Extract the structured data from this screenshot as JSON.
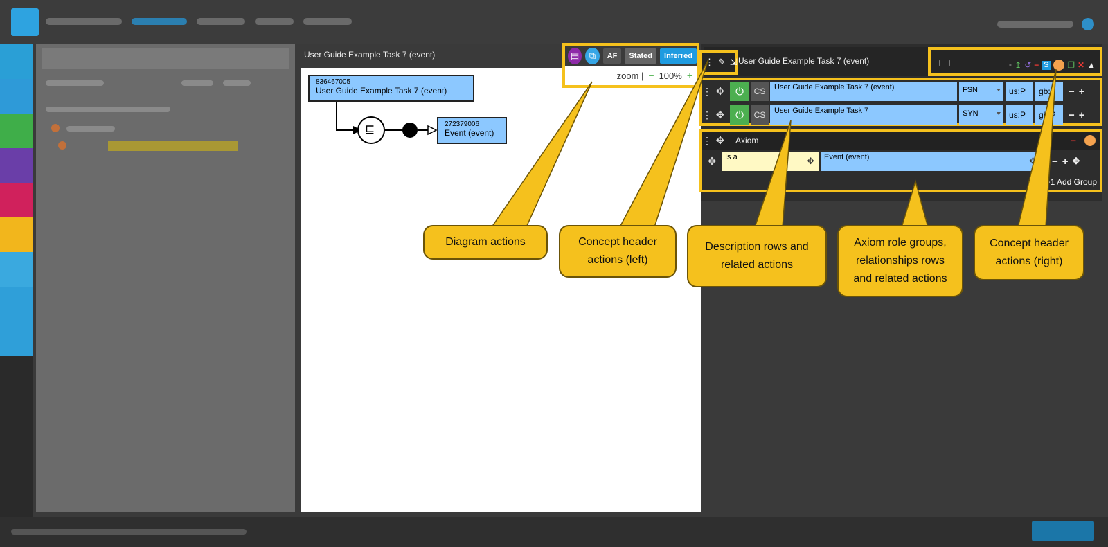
{
  "diagram": {
    "title": "User Guide Example Task 7 (event)",
    "node_main": {
      "id": "836467005",
      "label": "User Guide Example Task 7 (event)"
    },
    "node_target": {
      "id": "272379006",
      "label": "Event (event)"
    },
    "operator_symbol": "⊑",
    "actions": {
      "af_label": "AF",
      "stated_label": "Stated",
      "inferred_label": "Inferred",
      "zoom_label": "zoom |",
      "zoom_minus": "−",
      "zoom_value": "100%",
      "zoom_plus": "+",
      "icon_list": "list-icon",
      "icon_open": "open-external-icon"
    }
  },
  "concept": {
    "title": "User Guide Example Task 7 (event)",
    "header_left_icons": [
      "drag-handle-icon",
      "magic-wand-icon",
      "export-icon"
    ],
    "header_right_icons": [
      "keyboard-icon",
      "save-icon",
      "promote-icon",
      "history-icon",
      "minimize-icon",
      "s-icon",
      "status-dot-icon",
      "copy-icon",
      "close-icon",
      "collapse-icon"
    ],
    "s_label": "S",
    "descriptions": [
      {
        "cs": "CS",
        "term": "User Guide Example Task 7 (event)",
        "type": "FSN",
        "lang1": "us:P",
        "lang2": "gb:P"
      },
      {
        "cs": "CS",
        "term": "User Guide Example Task 7",
        "type": "SYN",
        "lang1": "us:P",
        "lang2": "gb:P"
      }
    ],
    "axiom": {
      "label": "Axiom",
      "relationship_type": "Is a",
      "relationship_target": "Event (event)",
      "add_group_label": "+1 Add Group"
    }
  },
  "callouts": [
    {
      "text": "Diagram actions"
    },
    {
      "text": "Concept header actions (left)"
    },
    {
      "text": "Description rows and related actions"
    },
    {
      "text": "Axiom role groups, relationships rows and related actions"
    },
    {
      "text": "Concept header actions (right)"
    }
  ],
  "colors": {
    "highlight": "#f5c11d",
    "node_fill": "#8cc8ff",
    "stated_btn": "#666666",
    "inferred_btn": "#1e9be0",
    "active_green": "#4caf50"
  }
}
